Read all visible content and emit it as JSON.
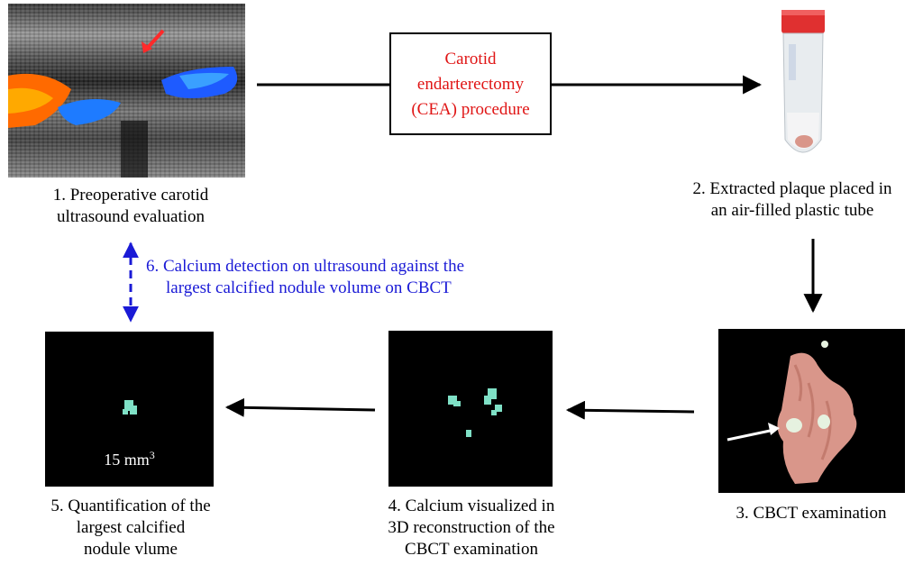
{
  "center_box": {
    "line1": "Carotid",
    "line2": "endarterectomy",
    "line3": "(CEA) procedure"
  },
  "steps": {
    "s1": {
      "line1": "1.  Preoperative carotid",
      "line2": "ultrasound evaluation"
    },
    "s2": {
      "line1": "2. Extracted plaque placed in",
      "line2": "an air-filled plastic tube"
    },
    "s3": {
      "line1": "3.  CBCT examination"
    },
    "s4": {
      "line1": "4. Calcium visualized in",
      "line2": "3D reconstruction of the",
      "line3": "CBCT examination"
    },
    "s5": {
      "line1": "5. Quantification of the",
      "line2": "largest calcified",
      "line3": "nodule vlume"
    },
    "s6": {
      "line1": "6. Calcium detection on ultrasound against the",
      "line2": "largest calcified nodule volume on CBCT"
    }
  },
  "volume_label": {
    "value": "15 mm",
    "exponent": "3"
  },
  "colors": {
    "red_text": "#e01515",
    "blue_text": "#1a1ad6",
    "nodule": "#7fe0c6",
    "plaque": "#d9968a"
  }
}
